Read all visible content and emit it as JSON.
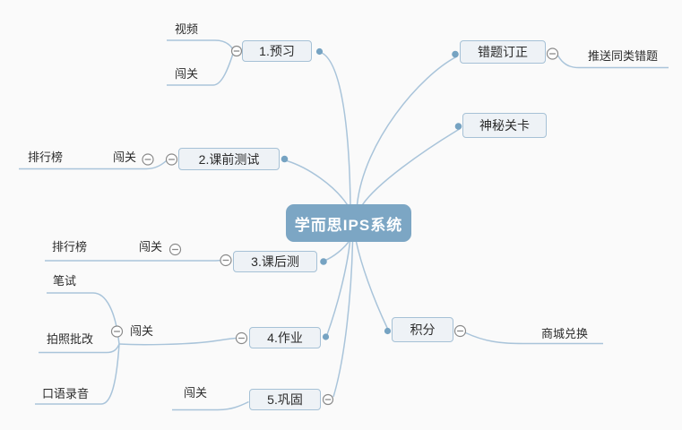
{
  "app": {
    "type": "mindmap",
    "background": "#fafafa"
  },
  "colors": {
    "root_fill": "#7ca6c4",
    "root_text": "#ffffff",
    "node_fill": "#eef2f6",
    "node_border": "#a6c1d6",
    "branch_line": "#a9c4da",
    "anchor_dot": "#76a3c2",
    "collapse_button_border": "#8a8a8a",
    "text": "#2b2b2b"
  },
  "mindmap": {
    "root": {
      "label": "学而思IPS系统"
    },
    "branches": [
      {
        "label": "1.预习",
        "children": [
          {
            "label": "视频"
          },
          {
            "label": "闯关"
          }
        ]
      },
      {
        "label": "2.课前测试",
        "children": [
          {
            "label": "闯关",
            "children": [
              {
                "label": "排行榜"
              }
            ]
          }
        ]
      },
      {
        "label": "3.课后测",
        "children": [
          {
            "label": "闯关",
            "children": [
              {
                "label": "排行榜"
              }
            ]
          }
        ]
      },
      {
        "label": "4.作业",
        "children": [
          {
            "label": "闯关",
            "children": [
              {
                "label": "笔试"
              },
              {
                "label": "拍照批改"
              },
              {
                "label": "口语录音"
              }
            ]
          }
        ]
      },
      {
        "label": "5.巩固",
        "children": [
          {
            "label": "闯关"
          }
        ]
      },
      {
        "label": "错题订正",
        "children": [
          {
            "label": "推送同类错题"
          }
        ]
      },
      {
        "label": "神秘关卡",
        "children": []
      },
      {
        "label": "积分",
        "children": [
          {
            "label": "商城兑换"
          }
        ]
      }
    ]
  }
}
